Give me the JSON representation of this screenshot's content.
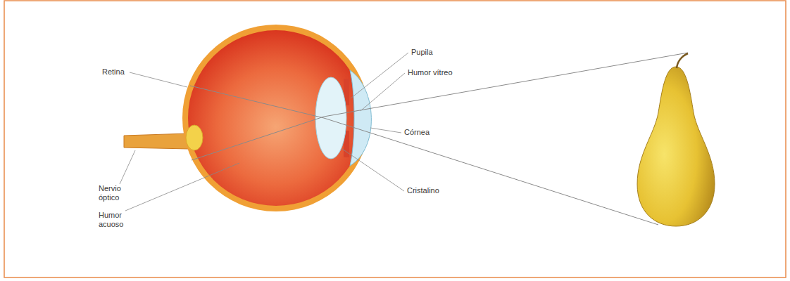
{
  "diagram": {
    "labels": [
      "Retina",
      "Nervio óptico",
      "Humor acuoso",
      "Pupila",
      "Humor vítreo",
      "Córnea",
      "Cristalino"
    ]
  }
}
